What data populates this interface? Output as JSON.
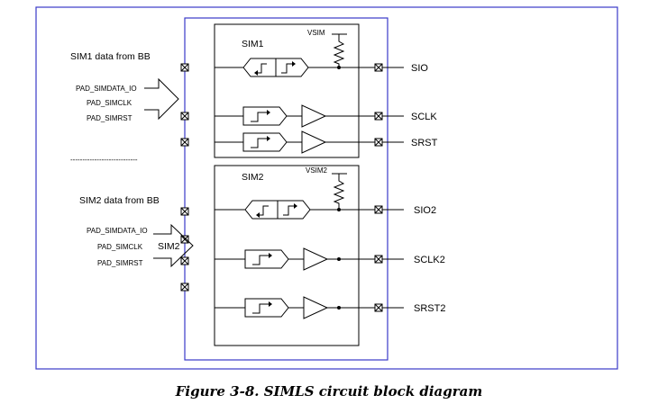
{
  "diagram": {
    "sim1": {
      "block_label": "SIM1",
      "vsim_label": "VSIM",
      "group_label": "SIM1 data from BB",
      "inputs": [
        "PAD_SIMDATA_IO",
        "PAD_SIMCLK",
        "PAD_SIMRST"
      ],
      "outputs": [
        "SIO",
        "SCLK",
        "SRST"
      ]
    },
    "divider": "----------------------------",
    "sim2": {
      "block_label": "SIM2",
      "vsim_label": "VSIM2",
      "group_label": "SIM2 data from BB",
      "arrow_label": "SIM2",
      "inputs": [
        "PAD_SIMDATA_IO",
        "PAD_SIMCLK",
        "PAD_SIMRST"
      ],
      "outputs": [
        "SIO2",
        "SCLK2",
        "SRST2"
      ]
    },
    "caption": "Figure 3-8. SIMLS circuit block diagram",
    "colors": {
      "outer_frame": "#3a3ac8",
      "lines": "#000000"
    }
  }
}
